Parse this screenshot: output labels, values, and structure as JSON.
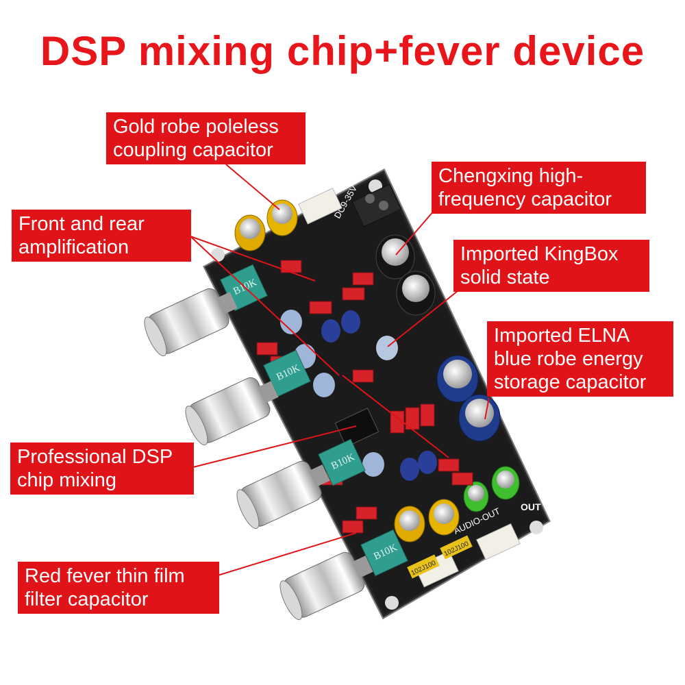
{
  "title": "DSP mixing chip+fever device",
  "labels": {
    "gold_capacitor": [
      "Gold robe poleless",
      "coupling capacitor"
    ],
    "front_rear_amp": [
      "Front and rear",
      "amplification"
    ],
    "chengxing": [
      "Chengxing high-",
      "frequency capacitor"
    ],
    "kingbox": [
      "Imported KingBox",
      "solid state"
    ],
    "elna": [
      "Imported ELNA",
      "blue robe energy",
      "storage capacitor"
    ],
    "dsp_chip": [
      "Professional DSP",
      "chip mixing"
    ],
    "red_fever": [
      "Red fever thin film",
      "filter capacitor"
    ]
  },
  "board_text": {
    "pot_label": "B10K",
    "audio_out": "AUDIO-OUT",
    "out": "OUT",
    "dc_in": "DC9-35V",
    "cap_code": "102J100"
  },
  "colors": {
    "accent": "#e01418",
    "board": "#1b1b1b",
    "pot_green": "#2f9e8f",
    "film_cap": "#d8222a",
    "gold_cap": "#e7b400",
    "blue_cap": "#1f3c8c",
    "green_cap": "#3fbf2f"
  }
}
